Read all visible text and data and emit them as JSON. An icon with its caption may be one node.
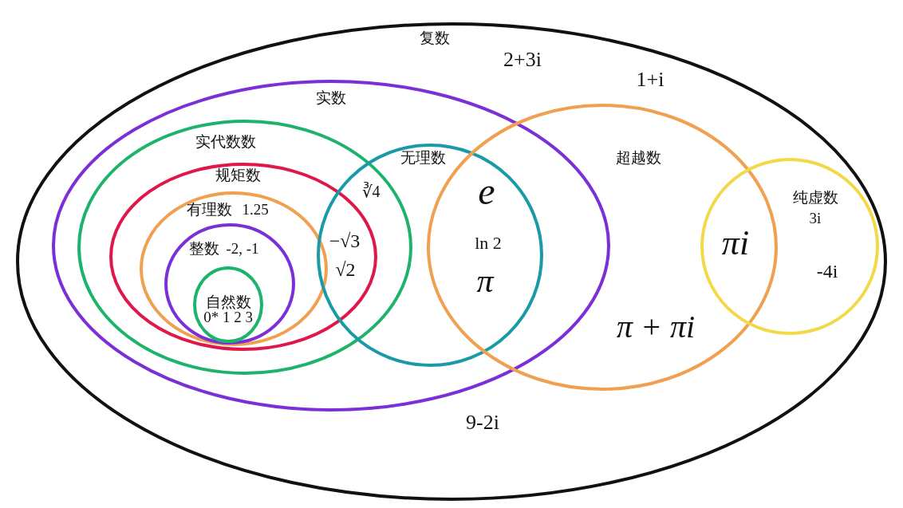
{
  "diagram": {
    "nodes": [
      {
        "text": [
          "复数"
        ]
      },
      {
        "text": [
          "实数"
        ],
        "in": 0
      },
      {
        "text": [
          "实代数数"
        ],
        "in": 1
      },
      {
        "text": [
          "规矩数"
        ],
        "in": 2
      },
      {
        "text": [
          "有理数",
          "1.25"
        ],
        "in": 3
      },
      {
        "text": [
          "整数",
          "-2, -1"
        ],
        "in": 4
      },
      {
        "text": [
          "自然数",
          "0* 1 2 3"
        ],
        "in": 5
      },
      {
        "text": [
          "无理数"
        ],
        "in": 1
      },
      {
        "text": [
          "超越数"
        ],
        "in": 0
      },
      {
        "text": [
          "纯虚数",
          "3i"
        ],
        "in": 0
      }
    ],
    "labels": [
      "2+3i",
      "1+i",
      "∛4",
      "e",
      "−√3",
      "ln 2",
      "πi",
      "-4i",
      "√2",
      "π",
      "π + πi",
      "9-2i"
    ]
  }
}
